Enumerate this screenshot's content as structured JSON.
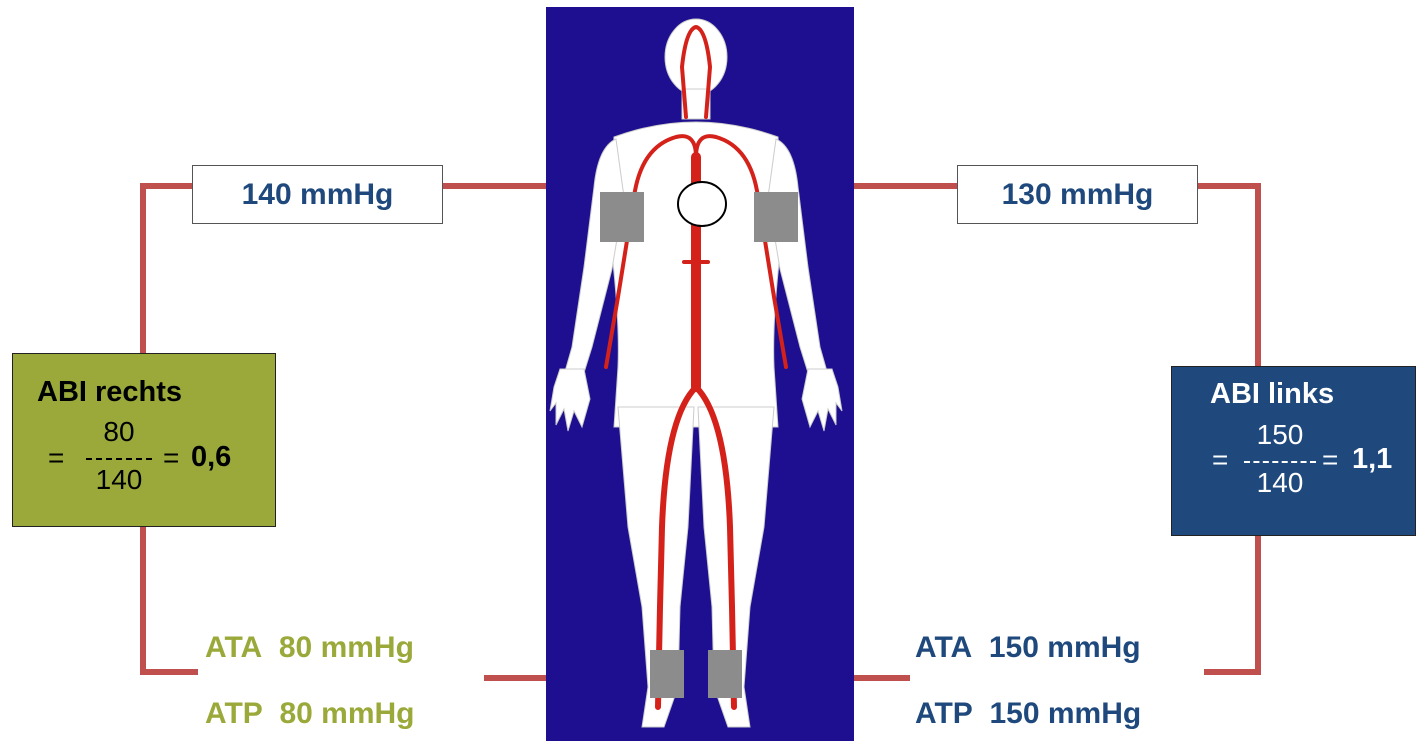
{
  "colors": {
    "connector": "#c0504d",
    "panel": "#1d0f8f",
    "artery": "#d4221b",
    "olive": "#9aa93a",
    "navy": "#1f497d",
    "cuff": "#8c8c8c"
  },
  "arm": {
    "right": "140 mmHg",
    "left": "130 mmHg"
  },
  "abi_right": {
    "title": "ABI rechts",
    "eq": "=",
    "numerator": "80",
    "denominator": "140",
    "eq2": "=",
    "result": "0,6"
  },
  "abi_left": {
    "title": "ABI links",
    "eq": "=",
    "numerator": "150",
    "denominator": "140",
    "eq2": "=",
    "result": "1,1"
  },
  "ankle_right": {
    "ata_label": "ATA",
    "ata_value": "80 mmHg",
    "atp_label": "ATP",
    "atp_value": "80 mmHg"
  },
  "ankle_left": {
    "ata_label": "ATA",
    "ata_value": "150 mmHg",
    "atp_label": "ATP",
    "atp_value": "150 mmHg"
  }
}
